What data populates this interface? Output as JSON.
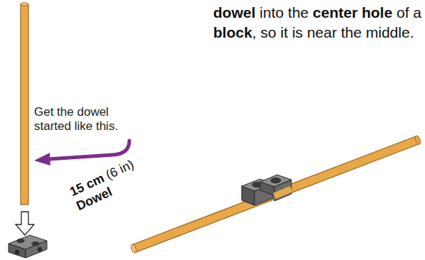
{
  "diagram": {
    "labels": [
      "dowel",
      "into the",
      "center hole",
      "of a",
      "block",
      ", so it is near the middle.",
      "Get the dowel started like this.",
      "15 cm",
      "(6 in)",
      "Dowel"
    ]
  }
}
